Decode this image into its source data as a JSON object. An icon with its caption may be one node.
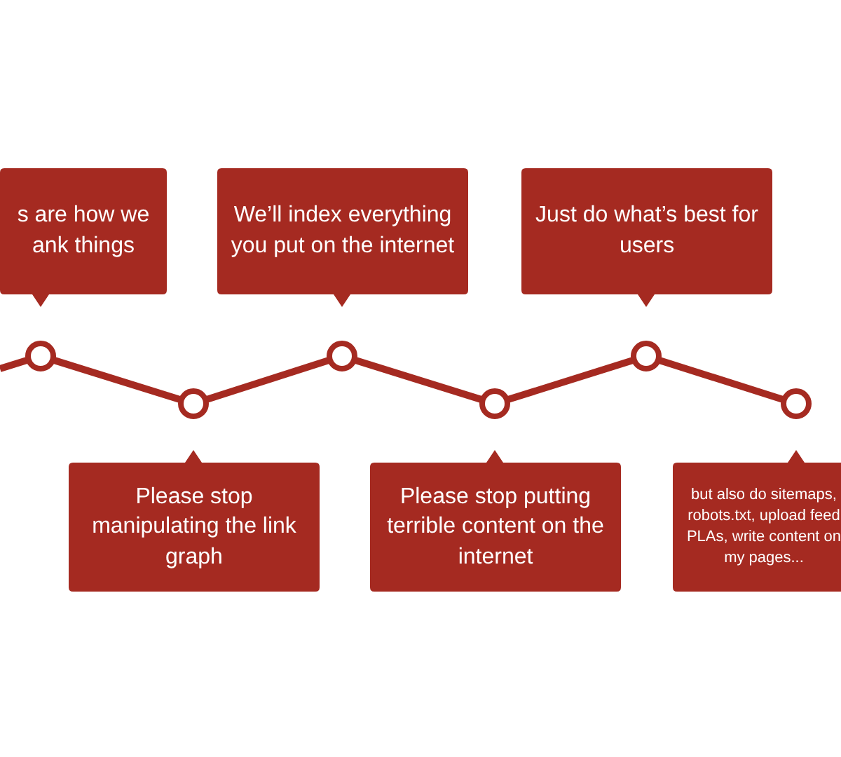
{
  "diagram": {
    "nodes": [
      {
        "text": [
          "s are how we ank things"
        ]
      },
      {
        "text": [
          "We’ll index everything you put on the internet"
        ]
      },
      {
        "text": [
          "Just do what’s best for users"
        ]
      },
      {
        "text": [
          "Please stop manipulating the link graph"
        ]
      },
      {
        "text": [
          "Please stop putting terrible content on the internet"
        ]
      },
      {
        "text": [
          "but also do sitemaps, robots.txt, upload feed PLAs, write content on my pages..."
        ]
      },
      {
        "text": [],
        "shape": "circle"
      },
      {
        "text": [],
        "shape": "circle"
      },
      {
        "text": [],
        "shape": "circle"
      },
      {
        "text": [],
        "shape": "circle"
      },
      {
        "text": [],
        "shape": "circle"
      },
      {
        "text": [],
        "shape": "circle"
      }
    ],
    "edges": [
      {
        "from": null,
        "to": 6,
        "arrow": "none"
      },
      {
        "from": 6,
        "to": 7,
        "arrow": "none"
      },
      {
        "from": 7,
        "to": 8,
        "arrow": "none"
      },
      {
        "from": 8,
        "to": 9,
        "arrow": "none"
      },
      {
        "from": 9,
        "to": 10,
        "arrow": "none"
      },
      {
        "from": 10,
        "to": 11,
        "arrow": "none"
      }
    ]
  }
}
